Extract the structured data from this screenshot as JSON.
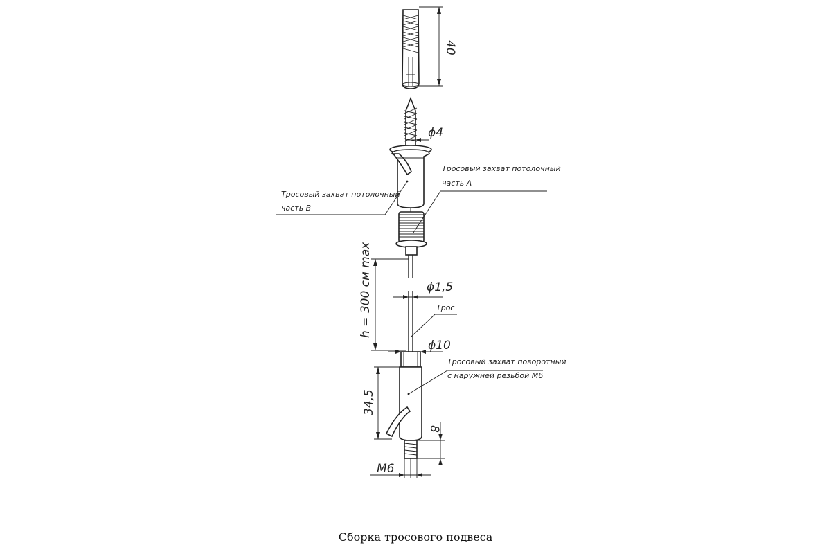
{
  "dimensions": {
    "dowel_length": "40",
    "screw_diameter": "ϕ4",
    "cable_length": "h = 300 см max",
    "cable_diameter": "ϕ1,5",
    "grip_diameter": "ϕ10",
    "grip_length": "34,5",
    "thread_length": "8",
    "thread_size": "M6"
  },
  "labels": {
    "ceiling_part_a_line1": "Тросовый захват потолочный",
    "ceiling_part_a_line2": "часть А",
    "ceiling_part_b_line1": "Тросовый захват потолочный",
    "ceiling_part_b_line2": "часть В",
    "cable": "Трос",
    "swivel_grip_line1": "Тросовый захват поворотный",
    "swivel_grip_line2": "с наружней резьбой М6"
  },
  "caption": "Сборка тросового подвеса"
}
